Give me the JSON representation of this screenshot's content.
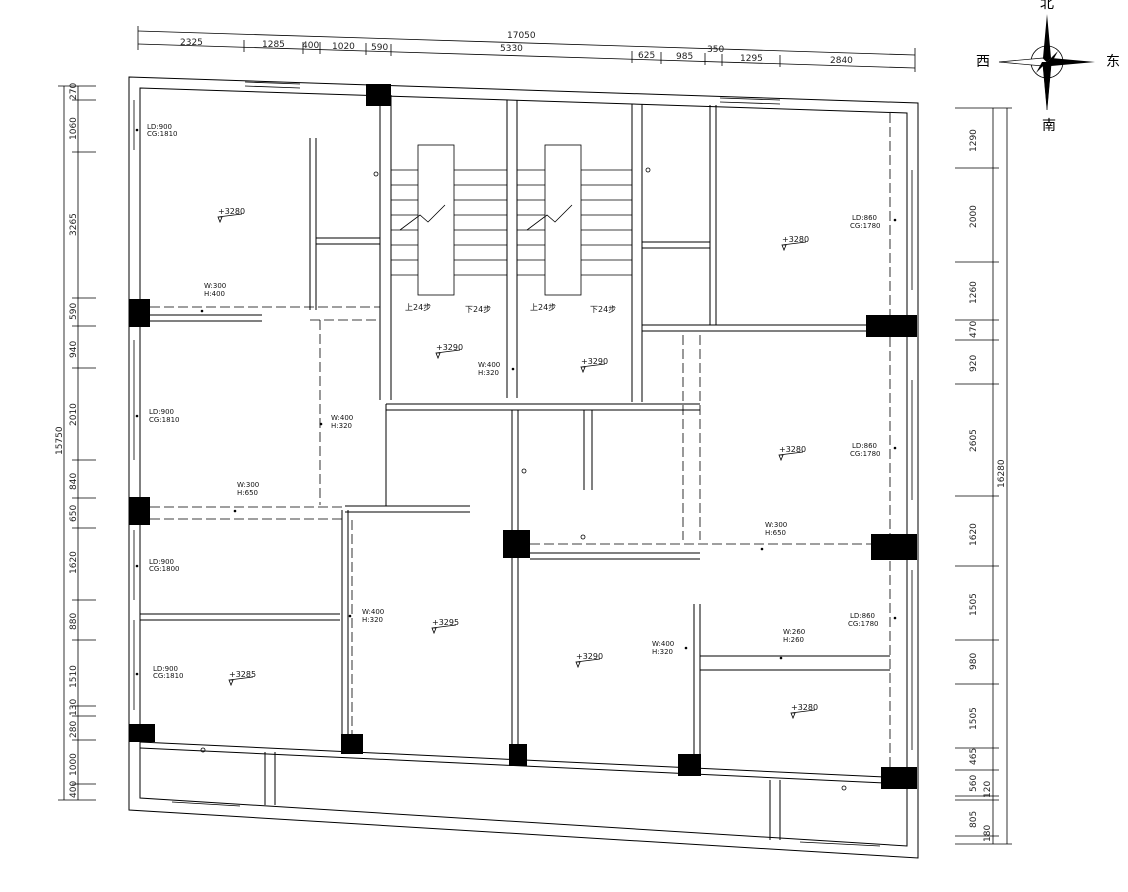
{
  "compass": {
    "north": "北",
    "south": "南",
    "east": "东",
    "west": "西"
  },
  "dims_top": {
    "overall": "17050",
    "sub": "5330",
    "segments": [
      "2325",
      "1285",
      "400",
      "1020",
      "590",
      "625",
      "985",
      "350",
      "1295",
      "2840"
    ]
  },
  "dims_left": {
    "overall": "15750",
    "segments": [
      "270",
      "1060",
      "3265",
      "590",
      "940",
      "2010",
      "840",
      "650",
      "1620",
      "880",
      "1510",
      "130",
      "280",
      "1000",
      "400"
    ]
  },
  "dims_right": {
    "overall": "16280",
    "segments": [
      "1290",
      "2000",
      "1260",
      "470",
      "920",
      "2605",
      "1620",
      "1505",
      "980",
      "1505",
      "465",
      "560",
      "120",
      "805",
      "180"
    ]
  },
  "stairs": [
    {
      "up": "上24步",
      "down": "下24步"
    },
    {
      "up": "上24步",
      "down": "下24步"
    }
  ],
  "levels": [
    "+3280",
    "+3280",
    "+3290",
    "+3290",
    "+3280",
    "+3295",
    "+3290",
    "+3285",
    "+3280"
  ],
  "windows": [
    {
      "ld": "LD:900",
      "cg": "CG:1810"
    },
    {
      "ld": "LD:900",
      "cg": "CG:1810"
    },
    {
      "ld": "LD:900",
      "cg": "CG:1800"
    },
    {
      "ld": "LD:900",
      "cg": "CG:1810"
    },
    {
      "ld": "LD:860",
      "cg": "CG:1780"
    },
    {
      "ld": "LD:860",
      "cg": "CG:1780"
    },
    {
      "ld": "LD:860",
      "cg": "CG:1780"
    }
  ],
  "beams": [
    {
      "w": "W:300",
      "h": "H:400"
    },
    {
      "w": "W:400",
      "h": "H:320"
    },
    {
      "w": "W:300",
      "h": "H:650"
    },
    {
      "w": "W:400",
      "h": "H:320"
    },
    {
      "w": "W:400",
      "h": "H:320"
    },
    {
      "w": "W:400",
      "h": "H:320"
    },
    {
      "w": "W:300",
      "h": "H:650"
    },
    {
      "w": "W:260",
      "h": "H:260"
    }
  ]
}
